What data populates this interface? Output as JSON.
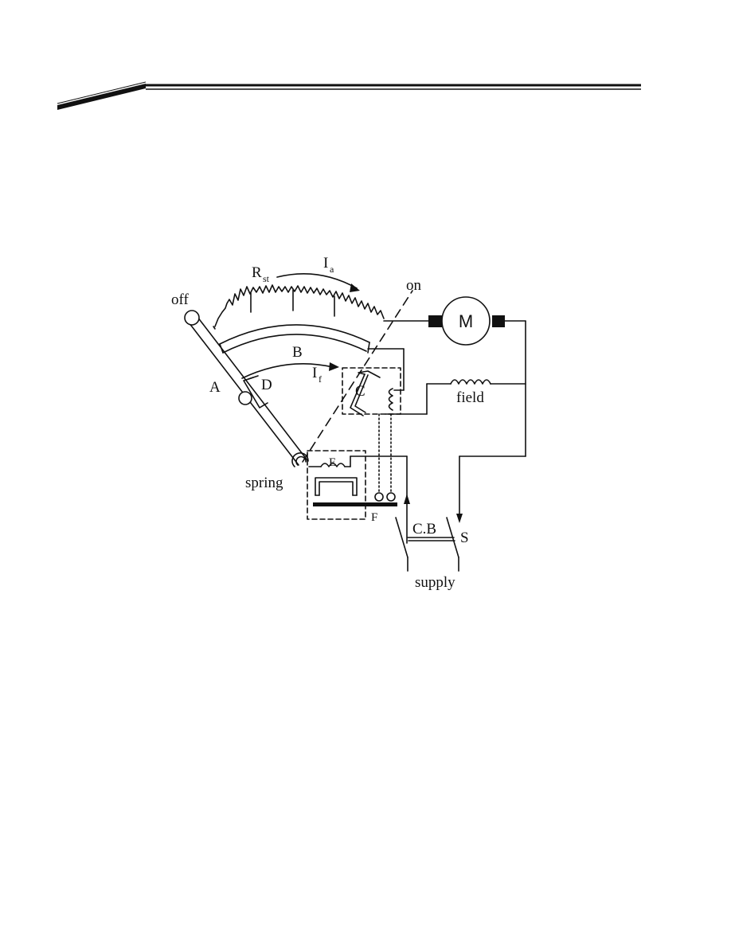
{
  "diagram": {
    "labels": {
      "off": "off",
      "on": "on",
      "rst_main": "R",
      "rst_sub": "st",
      "ia_main": "I",
      "ia_sub": "a",
      "if_main": "I",
      "if_sub": "f",
      "b": "B",
      "a": "A",
      "c": "C",
      "d": "D",
      "e": "E",
      "f": "F",
      "motor": "M",
      "field": "field",
      "spring": "spring",
      "cb": "C.B",
      "s": "S",
      "supply": "supply"
    },
    "colors": {
      "ink": "#111111",
      "background": "#ffffff"
    }
  }
}
